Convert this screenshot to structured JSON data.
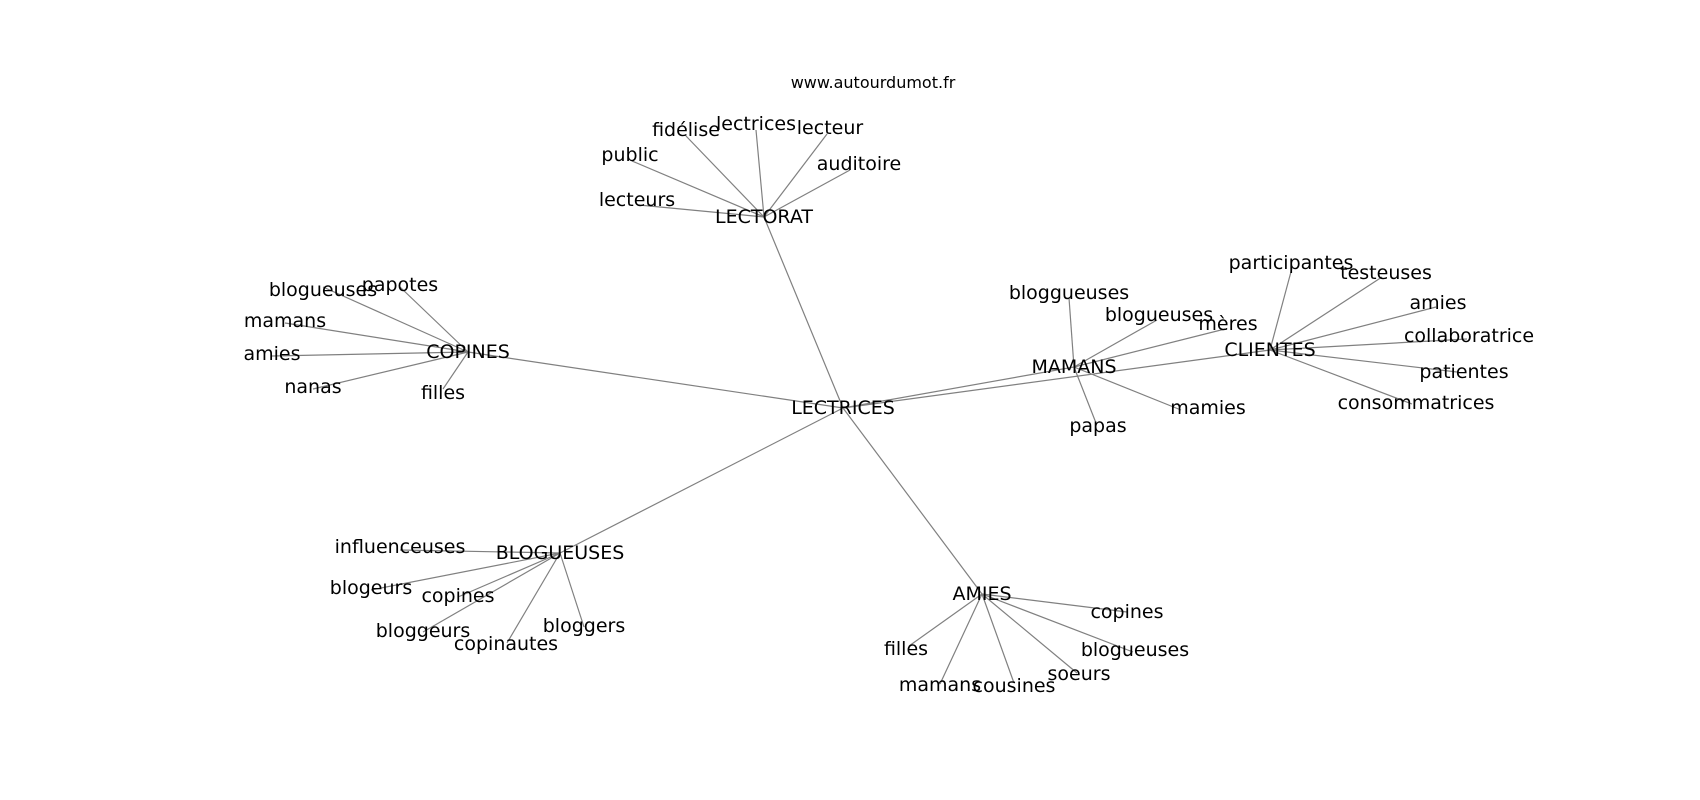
{
  "watermark": "www.autourdumot.fr",
  "graph": {
    "center": "LECTRICES",
    "clusters": [
      {
        "id": "LECTORAT",
        "label": "LECTORAT",
        "words": [
          "fidélise",
          "lectrices",
          "lecteur",
          "public",
          "auditoire",
          "lecteurs"
        ]
      },
      {
        "id": "COPINES",
        "label": "COPINES",
        "words": [
          "blogueuses",
          "papotes",
          "mamans",
          "amies",
          "nanas",
          "filles"
        ]
      },
      {
        "id": "MAMANS",
        "label": "MAMANS",
        "words": [
          "bloggueuses",
          "blogueuses",
          "mères",
          "mamies",
          "papas"
        ]
      },
      {
        "id": "CLIENTES",
        "label": "CLIENTES",
        "words": [
          "participantes",
          "testeuses",
          "amies",
          "collaboratrice",
          "patientes",
          "consommatrices"
        ]
      },
      {
        "id": "BLOGUEUSES",
        "label": "BLOGUEUSES",
        "words": [
          "influenceuses",
          "blogeurs",
          "copines",
          "bloggeurs",
          "copinautes",
          "bloggers"
        ]
      },
      {
        "id": "AMIES",
        "label": "AMIES",
        "words": [
          "copines",
          "filles",
          "blogueuses",
          "soeurs",
          "cousines",
          "mamans"
        ]
      }
    ],
    "links": [
      [
        "LECTRICES",
        "LECTORAT"
      ],
      [
        "LECTRICES",
        "COPINES"
      ],
      [
        "LECTRICES",
        "MAMANS"
      ],
      [
        "LECTRICES",
        "CLIENTES"
      ],
      [
        "LECTRICES",
        "BLOGUEUSES"
      ],
      [
        "LECTRICES",
        "AMIES"
      ]
    ]
  }
}
